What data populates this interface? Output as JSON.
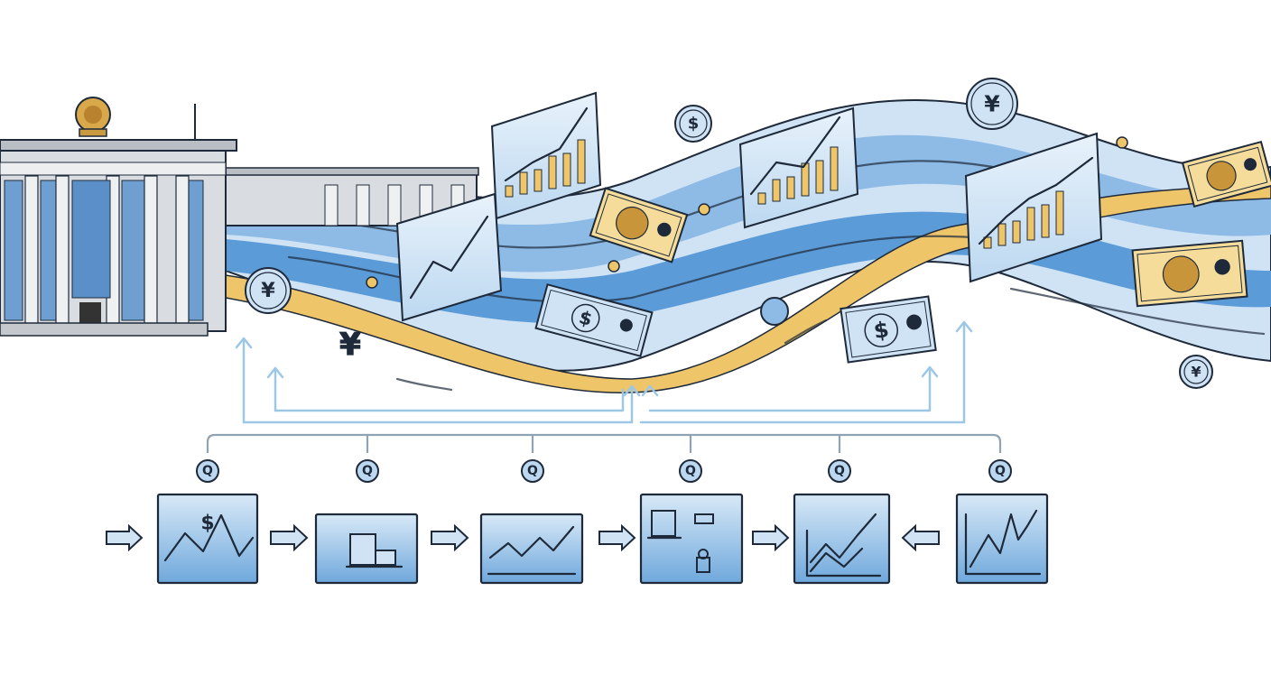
{
  "illustration": {
    "currency_symbols": {
      "yuan": "¥",
      "dollar": "$"
    },
    "colors": {
      "river_light": "#cfe3f5",
      "river_mid": "#8dbbe6",
      "river_dark": "#5b9bd8",
      "gold": "#efc56a",
      "ink": "#1e2a3a",
      "connector": "#9cc8e6",
      "building": "#d9dde2"
    }
  },
  "flow": {
    "steps": [
      {
        "badge": "Q",
        "icon": "mountain-dollar-icon",
        "money": "$"
      },
      {
        "badge": "Q",
        "icon": "documents-icon"
      },
      {
        "badge": "Q",
        "icon": "trend-up-icon"
      },
      {
        "badge": "Q",
        "icon": "bank-lock-icon"
      },
      {
        "badge": "Q",
        "icon": "growth-chart-icon"
      },
      {
        "badge": "Q",
        "icon": "volatile-chart-icon"
      }
    ]
  }
}
